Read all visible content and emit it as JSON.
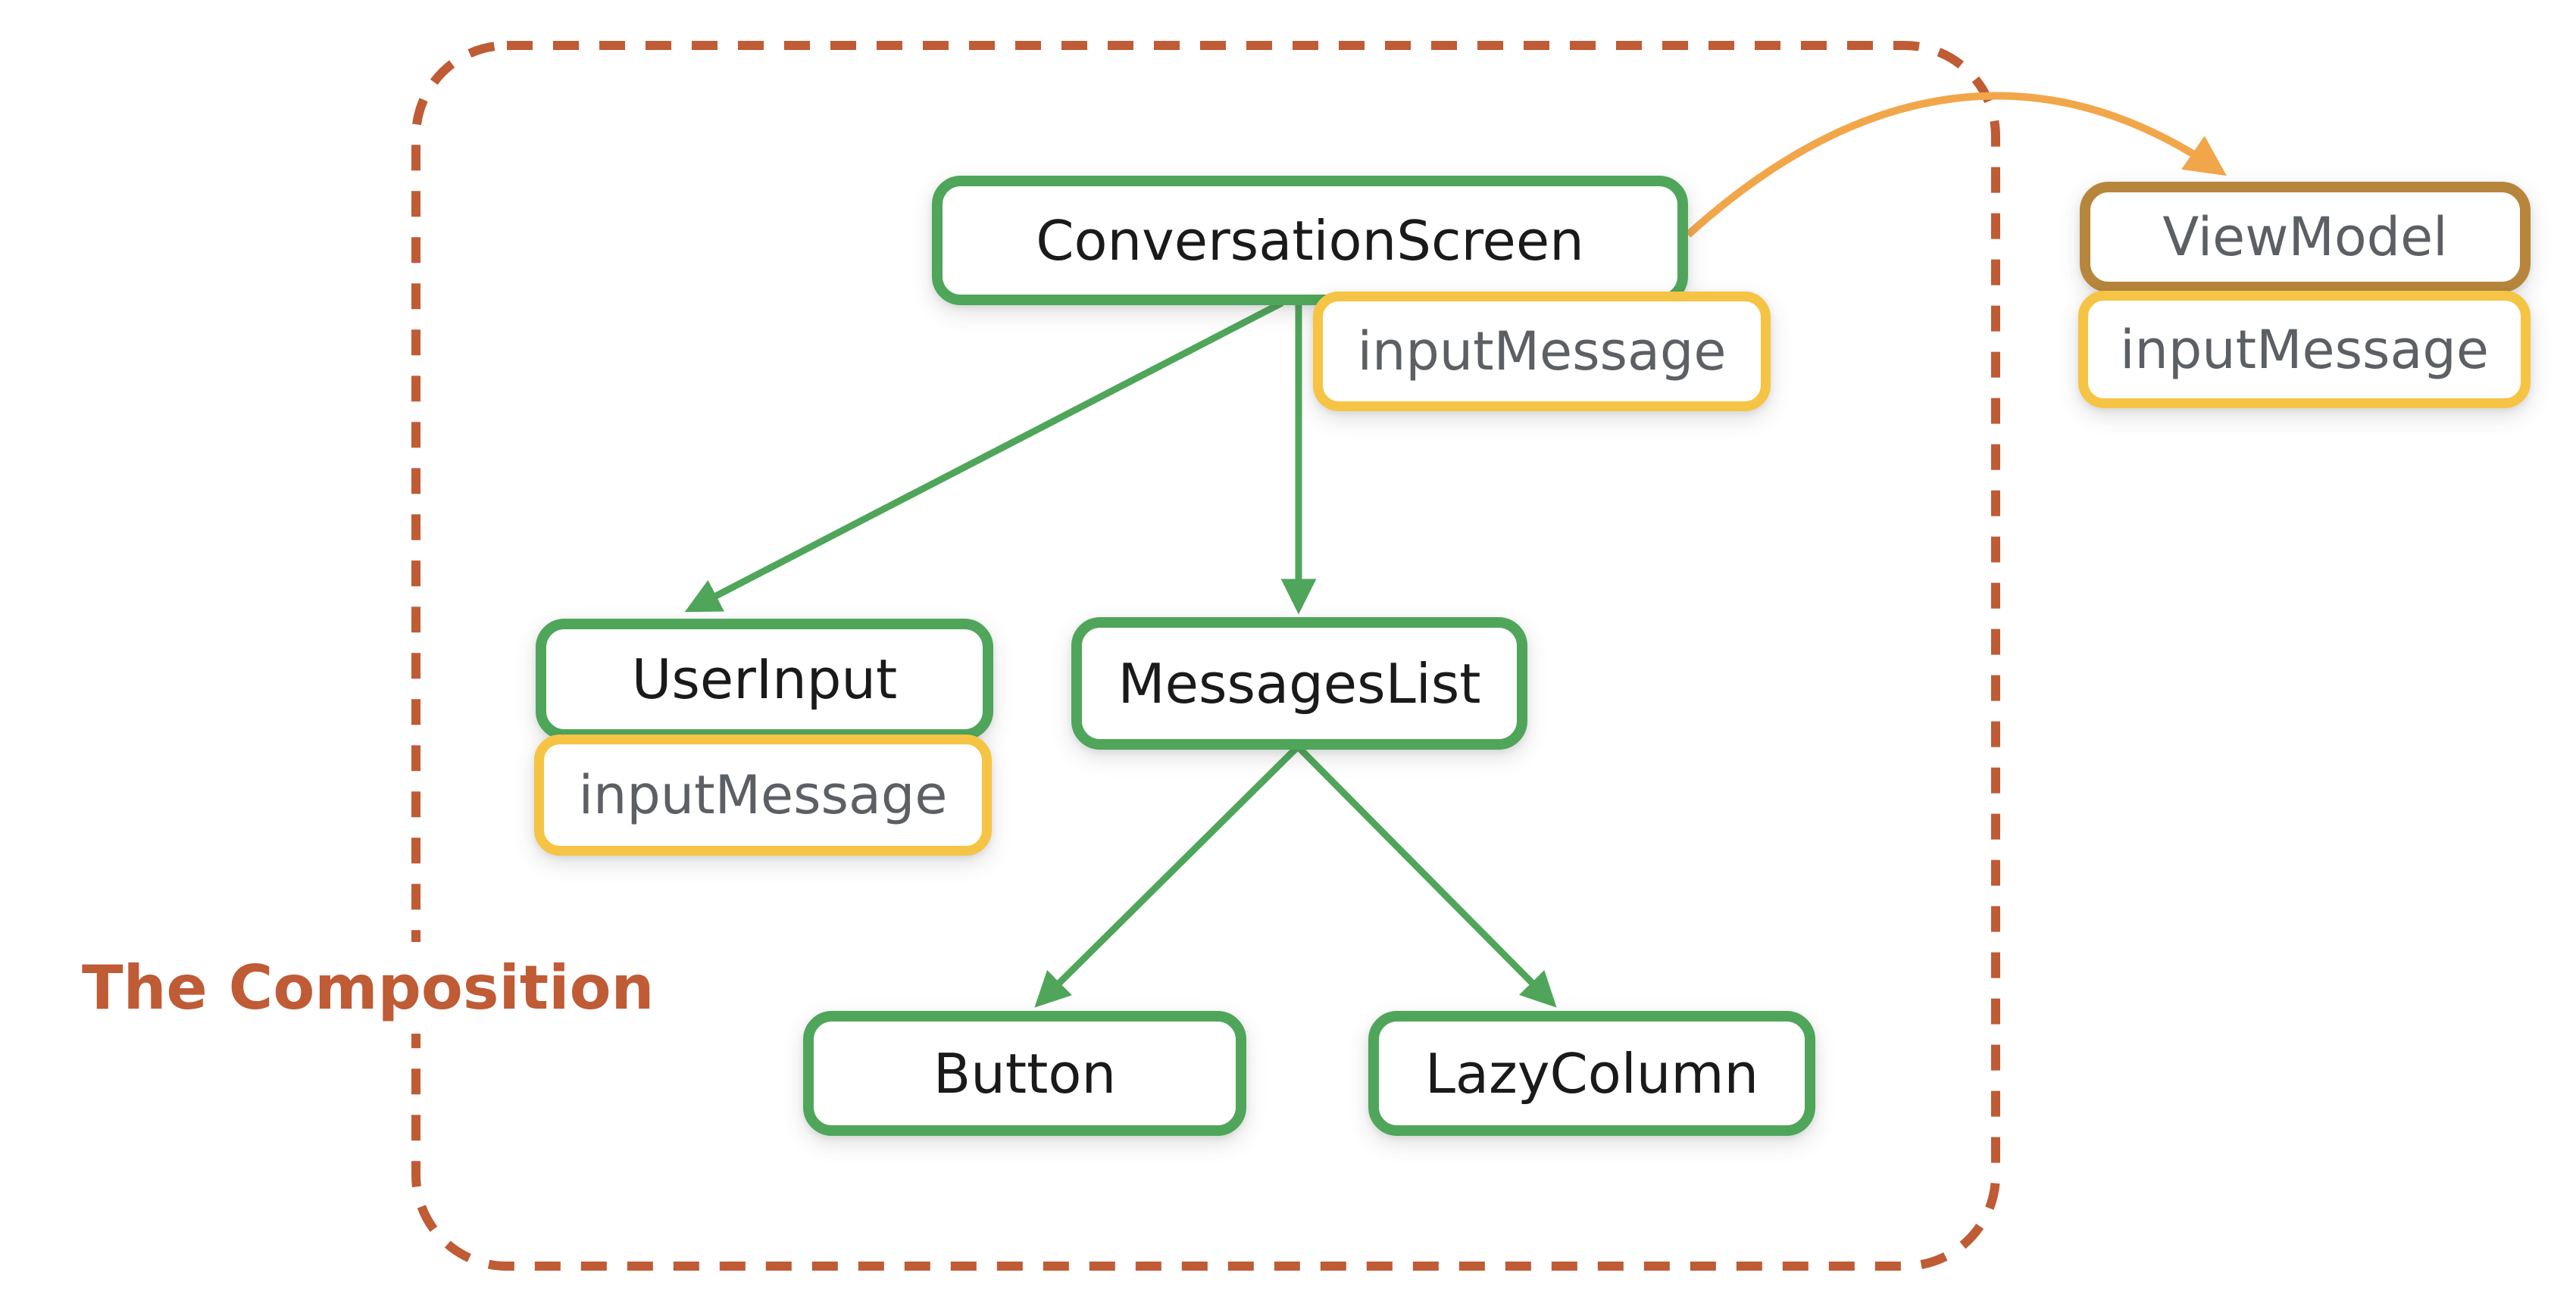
{
  "title": "The Composition",
  "colors": {
    "green": "#4FA65A",
    "yellow": "#F6C444",
    "gold": "#B7863C",
    "rust": "#BF5B35",
    "orange": "#F2A64A",
    "text_dark": "#1A1A1A",
    "text_gray": "#5C5F63",
    "bg": "#FFFFFF"
  },
  "nodes": {
    "conversation_screen": {
      "label": "ConversationScreen",
      "state": "inputMessage"
    },
    "user_input": {
      "label": "UserInput",
      "state": "inputMessage"
    },
    "messages_list": {
      "label": "MessagesList"
    },
    "button": {
      "label": "Button"
    },
    "lazy_column": {
      "label": "LazyColumn"
    },
    "view_model": {
      "label": "ViewModel",
      "state": "inputMessage"
    }
  },
  "edges": [
    {
      "from": "ConversationScreen",
      "to": "UserInput",
      "type": "composition"
    },
    {
      "from": "ConversationScreen",
      "to": "MessagesList",
      "type": "composition"
    },
    {
      "from": "MessagesList",
      "to": "Button",
      "type": "composition"
    },
    {
      "from": "MessagesList",
      "to": "LazyColumn",
      "type": "composition"
    },
    {
      "from": "ConversationScreen",
      "to": "ViewModel",
      "type": "state-hoisting"
    }
  ]
}
